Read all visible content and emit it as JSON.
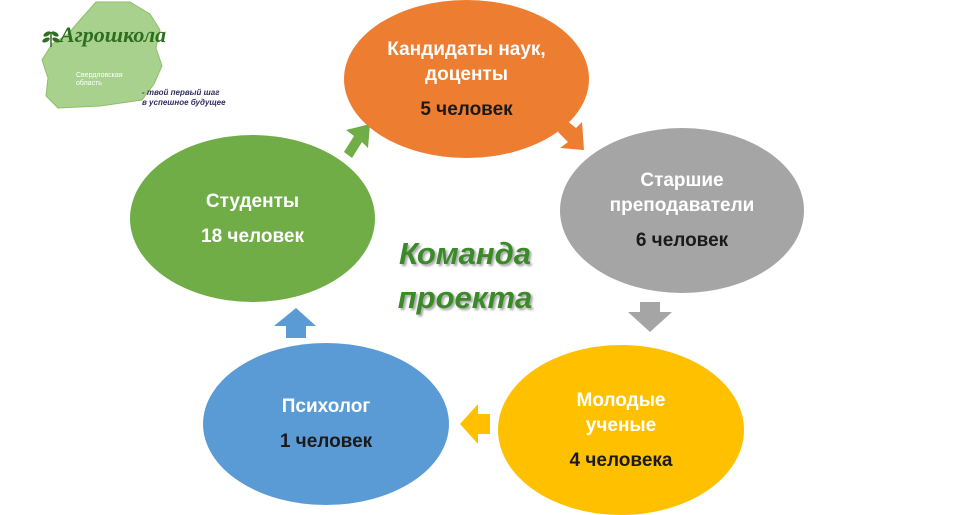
{
  "logo": {
    "title": "Агрошкола",
    "region": "Свердловская область",
    "slogan_line1": "-   твой первый шаг",
    "slogan_line2": "в успешное будущее"
  },
  "center": {
    "line1": "Команда",
    "line2": "проекта"
  },
  "nodes": {
    "kand": {
      "title": "Кандидаты наук, доценты",
      "count": "5 человек",
      "color": "#ed7d31"
    },
    "starsh": {
      "title": "Старшие преподаватели",
      "count": "6 человек",
      "color": "#a5a5a5"
    },
    "molod": {
      "title": "Молодые ученые",
      "count": "4 человека",
      "color": "#ffc000"
    },
    "psych": {
      "title": "Психолог",
      "count": "1 человек",
      "color": "#5b9bd5"
    },
    "stud": {
      "title": "Студенты",
      "count": "18 человек",
      "color": "#70ad47"
    }
  }
}
